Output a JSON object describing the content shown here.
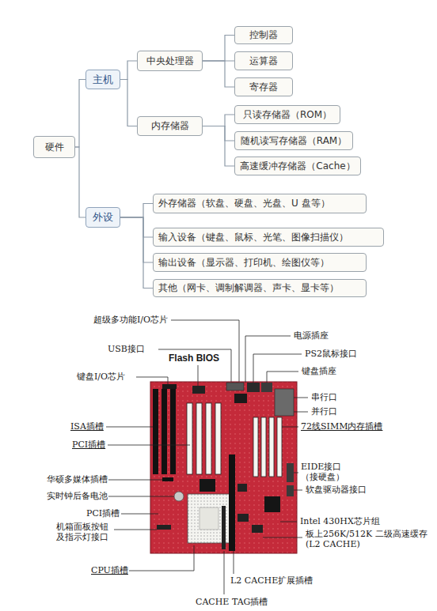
{
  "diagram": {
    "nodes": [
      {
        "text": [
          "硬件"
        ]
      },
      {
        "text": [
          "主机"
        ]
      },
      {
        "text": [
          "中央处理器"
        ]
      },
      {
        "text": [
          "控制器"
        ]
      },
      {
        "text": [
          "运算器"
        ]
      },
      {
        "text": [
          "寄存器"
        ]
      },
      {
        "text": [
          "内存储器"
        ]
      },
      {
        "text": [
          "只读存储器（ROM）"
        ]
      },
      {
        "text": [
          "随机读写存储器（RAM）"
        ]
      },
      {
        "text": [
          "高速缓冲存储器（Cache）"
        ]
      },
      {
        "text": [
          "外设"
        ]
      },
      {
        "text": [
          "外存储器（软盘、硬盘、光盘、U 盘等）"
        ]
      },
      {
        "text": [
          "输入设备（键盘、鼠标、光笔、图像扫描仪）"
        ]
      },
      {
        "text": [
          "输出设备（显示器、打印机、绘图仪等）"
        ]
      },
      {
        "text": [
          "其他（网卡、调制解调器、声卡、显卡等）"
        ]
      }
    ],
    "edges": [
      {
        "from": 0,
        "to": 1,
        "arrow": "none"
      },
      {
        "from": 0,
        "to": 10,
        "arrow": "none"
      },
      {
        "from": 1,
        "to": 2,
        "arrow": "none"
      },
      {
        "from": 1,
        "to": 6,
        "arrow": "none"
      },
      {
        "from": 2,
        "to": 3,
        "arrow": "none"
      },
      {
        "from": 2,
        "to": 4,
        "arrow": "none"
      },
      {
        "from": 2,
        "to": 5,
        "arrow": "none"
      },
      {
        "from": 6,
        "to": 7,
        "arrow": "none"
      },
      {
        "from": 6,
        "to": 8,
        "arrow": "none"
      },
      {
        "from": 6,
        "to": 9,
        "arrow": "none"
      },
      {
        "from": 10,
        "to": 11,
        "arrow": "none"
      },
      {
        "from": 10,
        "to": 12,
        "arrow": "none"
      },
      {
        "from": 10,
        "to": 13,
        "arrow": "none"
      },
      {
        "from": 10,
        "to": 14,
        "arrow": "none"
      }
    ],
    "labels": [
      "超级多功能I/O芯片",
      "电源插座",
      "USB接口",
      "Flash BIOS",
      "PS2鼠标接口",
      "键盘I/O芯片",
      "键盘插座",
      "串行口",
      "并行口",
      "ISA插槽",
      "72线SIMM内存插槽",
      "PCI插槽",
      "EIDE接口 （接硬盘）",
      "华硕多媒体插槽",
      "软盘驱动器接口",
      "实时钟后备电池",
      "PCI插槽",
      "机箱面板按钮 及指示灯接口",
      "Intel 430HX芯片组",
      "板上256K/512K 二级高速缓存(L2 CACHE)",
      "CPU插槽",
      "L2 CACHE扩展插槽",
      "CACHE TAG插槽"
    ]
  }
}
